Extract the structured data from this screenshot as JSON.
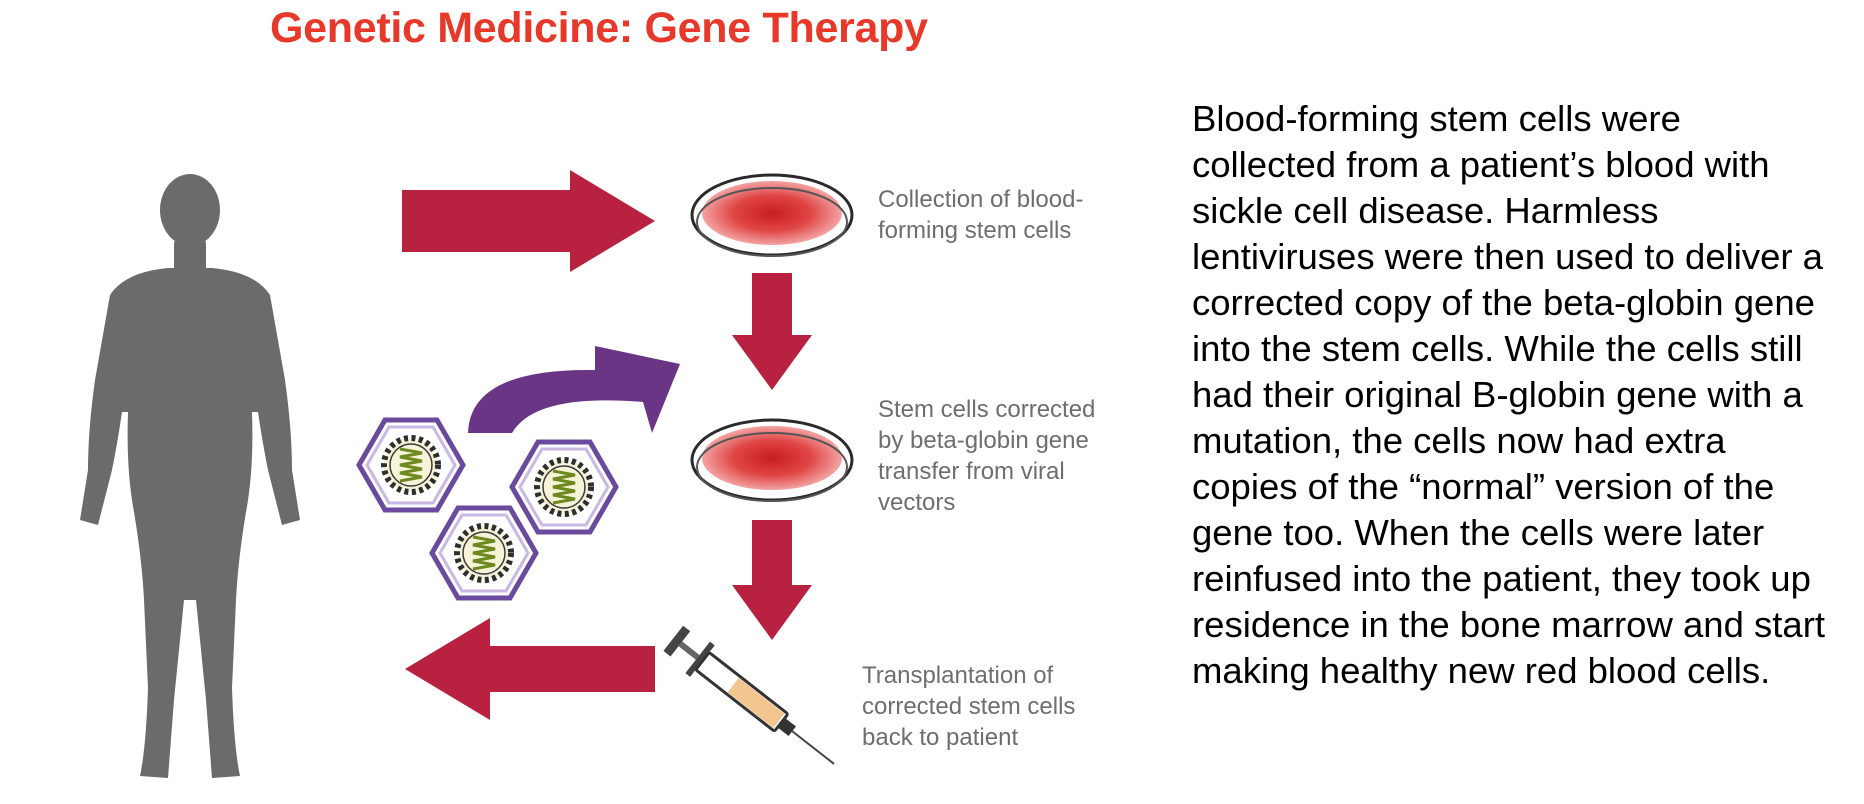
{
  "title": "Genetic Medicine: Gene Therapy",
  "colors": {
    "title": "#e8382a",
    "arrow_red": "#b8213f",
    "arrow_purple": "#6b3586",
    "silhouette": "#6b6b6b",
    "dish_cells": "#d42a2a",
    "vector_shell": "#6a4a9c",
    "label_text": "#6e6e6e"
  },
  "icons": [
    "human-silhouette-icon",
    "petri-dish-icon",
    "viral-vector-icon",
    "syringe-icon"
  ],
  "steps": [
    {
      "lines": [
        "Collection of blood-",
        "forming stem cells"
      ]
    },
    {
      "lines": [
        "Stem cells corrected",
        "by beta-globin gene",
        "transfer from viral",
        "vectors"
      ]
    },
    {
      "lines": [
        "Transplantation of",
        "corrected stem cells",
        "back to patient"
      ]
    }
  ],
  "description": "Blood-forming stem cells were collected from a patient’s blood with sickle cell disease. Harmless lentiviruses were then used to deliver a corrected copy of the beta-globin gene into the stem cells. While the cells still had their original B-globin gene with a mutation, the cells now had extra copies of the “normal” version of the gene too. When the cells were later reinfused into the patient, they took up residence in the bone marrow and start making healthy new red blood cells."
}
